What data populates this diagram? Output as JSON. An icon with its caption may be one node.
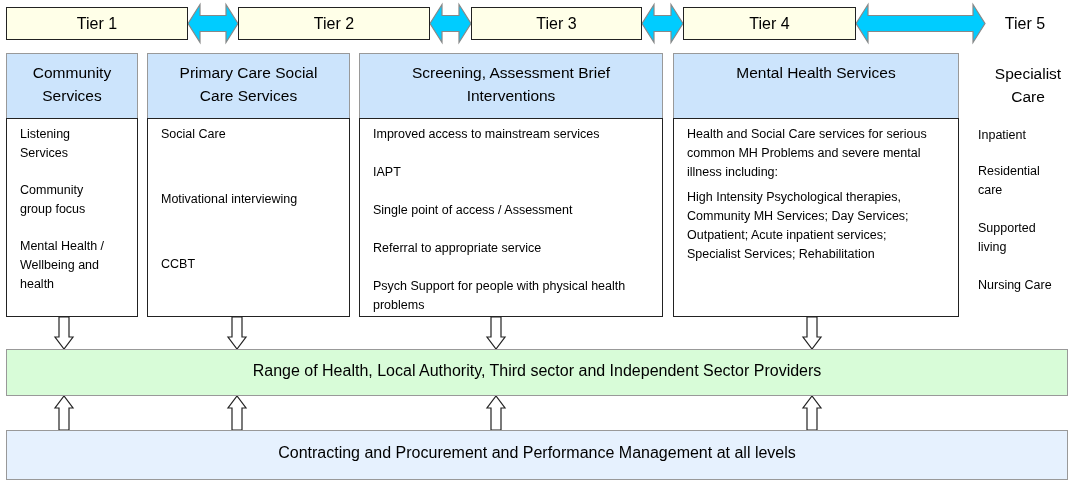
{
  "diagram": {
    "nodes": [
      {
        "text": [
          "Tier 1"
        ]
      },
      {
        "text": [
          "Tier 2"
        ]
      },
      {
        "text": [
          "Tier 3"
        ]
      },
      {
        "text": [
          "Tier 4"
        ]
      },
      {
        "text": [
          "Tier 5"
        ]
      },
      {
        "text": [
          "Community Services"
        ]
      },
      {
        "text": [
          "Listening Services",
          "Community group focus",
          "Mental Health / Wellbeing and health"
        ]
      },
      {
        "text": [
          "Primary Care Social Care Services"
        ]
      },
      {
        "text": [
          "Social Care",
          "Motivational interviewing",
          "CCBT"
        ]
      },
      {
        "text": [
          "Screening, Assessment Brief Interventions"
        ]
      },
      {
        "text": [
          "Improved access to mainstream services",
          "IAPT",
          "Single point of access / Assessment",
          "Referral to appropriate service",
          "Psych Support for people with physical health problems"
        ]
      },
      {
        "text": [
          "Mental Health Services"
        ]
      },
      {
        "text": [
          "Health and Social Care services for serious common MH Problems and severe mental illness including:",
          "High Intensity Psychological therapies, Community MH Services; Day Services; Outpatient; Acute inpatient services; Specialist Services; Rehabilitation"
        ]
      },
      {
        "text": [
          "Range of Health, Local Authority, Third sector and Independent Sector Providers"
        ]
      },
      {
        "text": [
          "Contracting and Procurement and Performance Management at all levels"
        ]
      }
    ],
    "edges": [
      {
        "from": 0,
        "to": 1,
        "arrow": "both"
      },
      {
        "from": 1,
        "to": 2,
        "arrow": "both"
      },
      {
        "from": 2,
        "to": 3,
        "arrow": "both"
      },
      {
        "from": 3,
        "to": 4,
        "arrow": "both"
      },
      {
        "from": 6,
        "to": 13,
        "arrow": "to"
      },
      {
        "from": 8,
        "to": 13,
        "arrow": "to"
      },
      {
        "from": 10,
        "to": 13,
        "arrow": "to"
      },
      {
        "from": 12,
        "to": 13,
        "arrow": "to"
      },
      {
        "from": 14,
        "to": 13,
        "arrow": "to"
      },
      {
        "from": 14,
        "to": 13,
        "arrow": "to"
      },
      {
        "from": 14,
        "to": 13,
        "arrow": "to"
      },
      {
        "from": 14,
        "to": 13,
        "arrow": "to"
      }
    ],
    "labels": [
      "Specialist Care",
      "Inpatient",
      "Residential care",
      "Supported living",
      "Nursing Care"
    ]
  }
}
